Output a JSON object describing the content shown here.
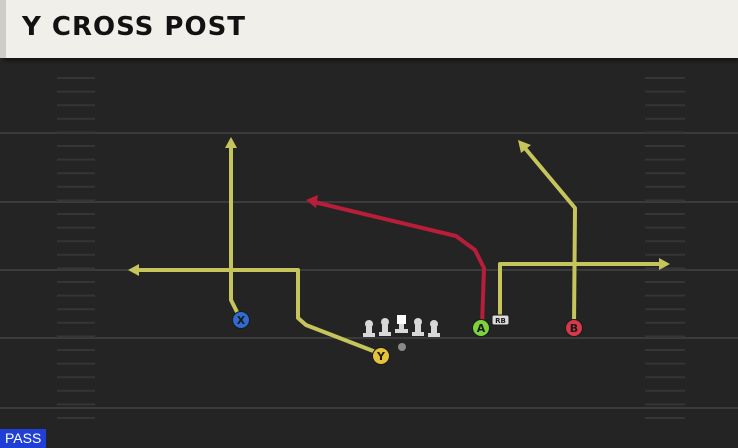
{
  "play": {
    "title": "Y CROSS POST",
    "play_type": "PASS"
  },
  "colors": {
    "field": "#242424",
    "yard_line": "#3a3a3a",
    "route_primary": "#c5c55c",
    "route_highlight": "#b81d3a",
    "player_x": "#2f6bd0",
    "player_y": "#e6c13a",
    "player_a": "#7cd13c",
    "player_b": "#d7384b",
    "lineman": "#d8d8d8",
    "badge": "#1f3fd6"
  },
  "players": [
    {
      "id": "x",
      "label": "X",
      "icon": "receiver-circle-blue"
    },
    {
      "id": "y",
      "label": "Y",
      "icon": "receiver-circle-yellow"
    },
    {
      "id": "a",
      "label": "A",
      "icon": "receiver-circle-green"
    },
    {
      "id": "b",
      "label": "B",
      "icon": "receiver-circle-red"
    },
    {
      "id": "rb",
      "label": "RB",
      "icon": "running-back-tag"
    }
  ]
}
